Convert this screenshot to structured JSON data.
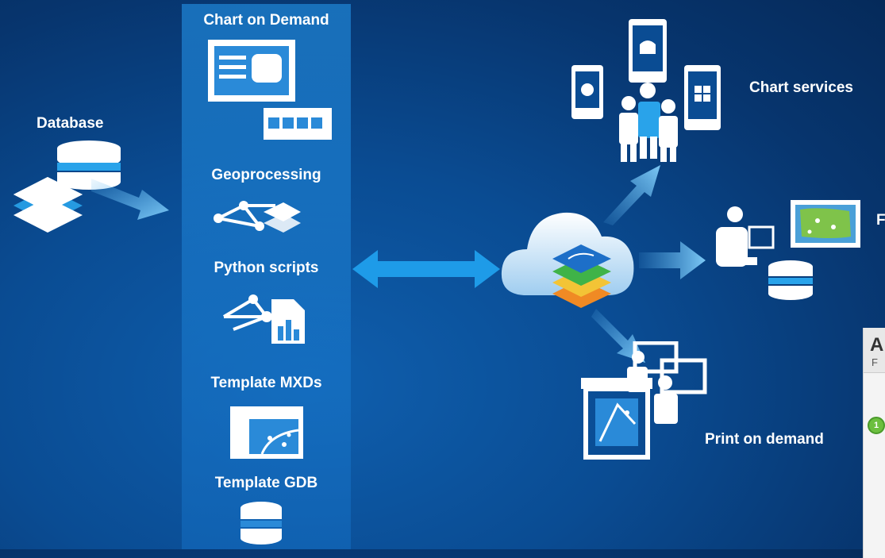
{
  "labels": {
    "database": "Database",
    "chart_services": "Chart services",
    "partial_right": "F",
    "print_on_demand": "Print on demand"
  },
  "panel": {
    "items": [
      "Chart on Demand",
      "Geoprocessing",
      "Python scripts",
      "Template MXDs",
      "Template GDB"
    ]
  },
  "dialog": {
    "title_partial": "A",
    "subtitle_partial": "F",
    "badge": "1"
  },
  "icons": [
    "database-stack-icon",
    "layers-icon",
    "server-screen-icon",
    "geoprocessing-icon",
    "python-script-icon",
    "map-template-icon",
    "cylinder-icon",
    "cloud-layers-icon",
    "mobile-devices-icon",
    "workstation-icon",
    "print-icon"
  ],
  "colors": {
    "accent": "#1e9be8",
    "background": "#0a4c93",
    "icon": "#ffffff"
  }
}
